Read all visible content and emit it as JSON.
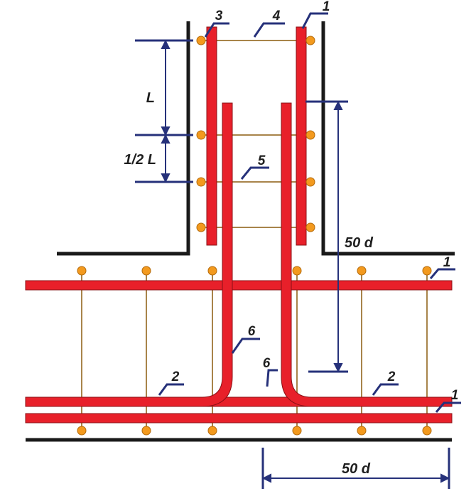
{
  "labels": {
    "n1_top": "1",
    "n1_mid": "1",
    "n1_bot": "1",
    "n2_left": "2",
    "n2_right": "2",
    "n3": "3",
    "n4": "4",
    "n5": "5",
    "n6_left": "6",
    "n6_right": "6"
  },
  "dimensions": {
    "L": "L",
    "half_L": "1/2 L",
    "anchor_vertical": "50 d",
    "anchor_horizontal": "50 d"
  },
  "colors": {
    "rebar": "#e8202a",
    "rebar_outline": "#8a1015",
    "concrete_edge": "#1a1a1a",
    "dimension": "#26317a",
    "stirrup": "#a8844a",
    "node": "#f39a1e"
  }
}
